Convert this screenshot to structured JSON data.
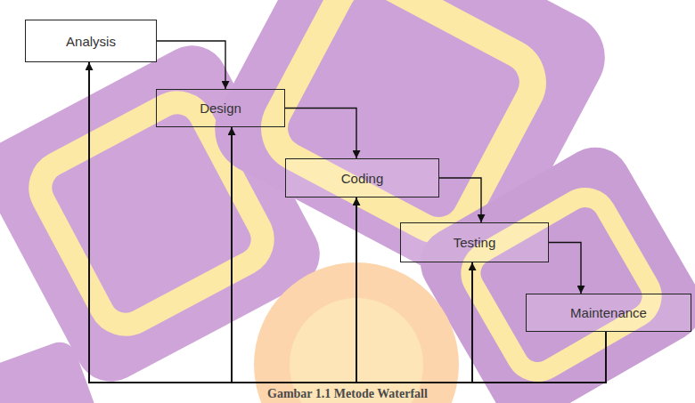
{
  "diagram": {
    "caption": "Gambar 1.1 Metode Waterfall",
    "nodes": [
      {
        "text": [
          "Analysis"
        ]
      },
      {
        "text": [
          "Design"
        ]
      },
      {
        "text": [
          "Coding"
        ]
      },
      {
        "text": [
          "Testing"
        ]
      },
      {
        "text": [
          "Maintenance"
        ]
      }
    ],
    "edges": [
      {
        "from": 0,
        "to": 1,
        "arrow": "to"
      },
      {
        "from": 1,
        "to": 2,
        "arrow": "to"
      },
      {
        "from": 2,
        "to": 3,
        "arrow": "to"
      },
      {
        "from": 3,
        "to": 4,
        "arrow": "to"
      },
      {
        "from": 4,
        "to": 0,
        "arrow": "to"
      },
      {
        "from": 4,
        "to": 1,
        "arrow": "to"
      },
      {
        "from": 4,
        "to": 2,
        "arrow": "to"
      },
      {
        "from": 4,
        "to": 3,
        "arrow": "to"
      }
    ]
  }
}
